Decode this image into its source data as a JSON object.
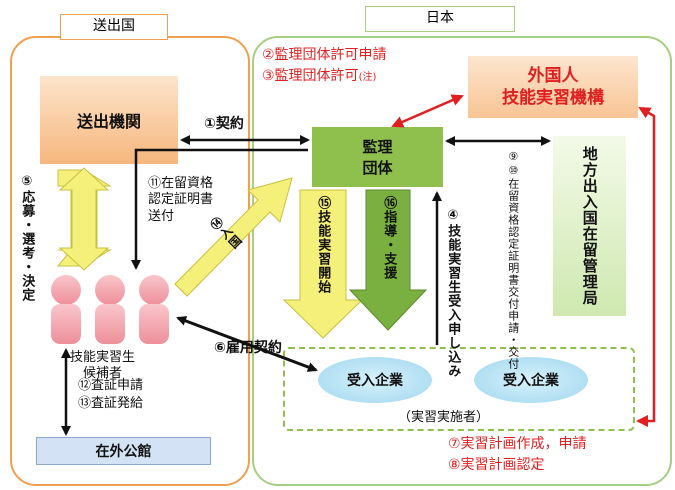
{
  "panels": {
    "sending_country": "送出国",
    "japan": "日本"
  },
  "nodes": {
    "sending_agency": "送出機関",
    "supervising_org": "監理\n団体",
    "otit": "外国人\n技能実習機構",
    "immigration_bureau": "地方出入国在留管理局",
    "overseas_mission": "在外公館",
    "candidates": "技能実習生\n候補者",
    "host_company_1": "受入企業",
    "host_company_2": "受入企業",
    "implementers": "（実習実施者）"
  },
  "steps": {
    "s1": "①契約",
    "s2": "②監理団体許可申請",
    "s3_main": "③監理団体許可",
    "s3_note": "(注)",
    "s4": "④技能実習生受入申し込み",
    "s5": "⑤応募・選考・決定",
    "s6": "⑥雇用契約",
    "s7": "⑦実習計画作成，申請",
    "s8": "⑧実習計画認定",
    "s9_10": "⑨⑩在留資格認定証明書交付申請・交付",
    "s11_line1": "⑪在留資格",
    "s11_line2": "認定証明書",
    "s11_line3": "送付",
    "s12": "⑫査証申請",
    "s13": "⑬査証発給",
    "s14": "⑭入国",
    "s15": "⑮技能実習開始",
    "s16": "⑯指導・支援"
  },
  "colors": {
    "sending_border": "#f0a050",
    "japan_border": "#a6cf80",
    "orange_fill": "#f9c08a",
    "green_fill": "#8fc04e",
    "lightgreen_fill": "#d7edc0",
    "yellow_arrow": "#f5f07a",
    "green_arrow": "#7ab040",
    "blue_box": "#d3e3f5",
    "red": "#e02020",
    "person": "#f5a8b0"
  }
}
